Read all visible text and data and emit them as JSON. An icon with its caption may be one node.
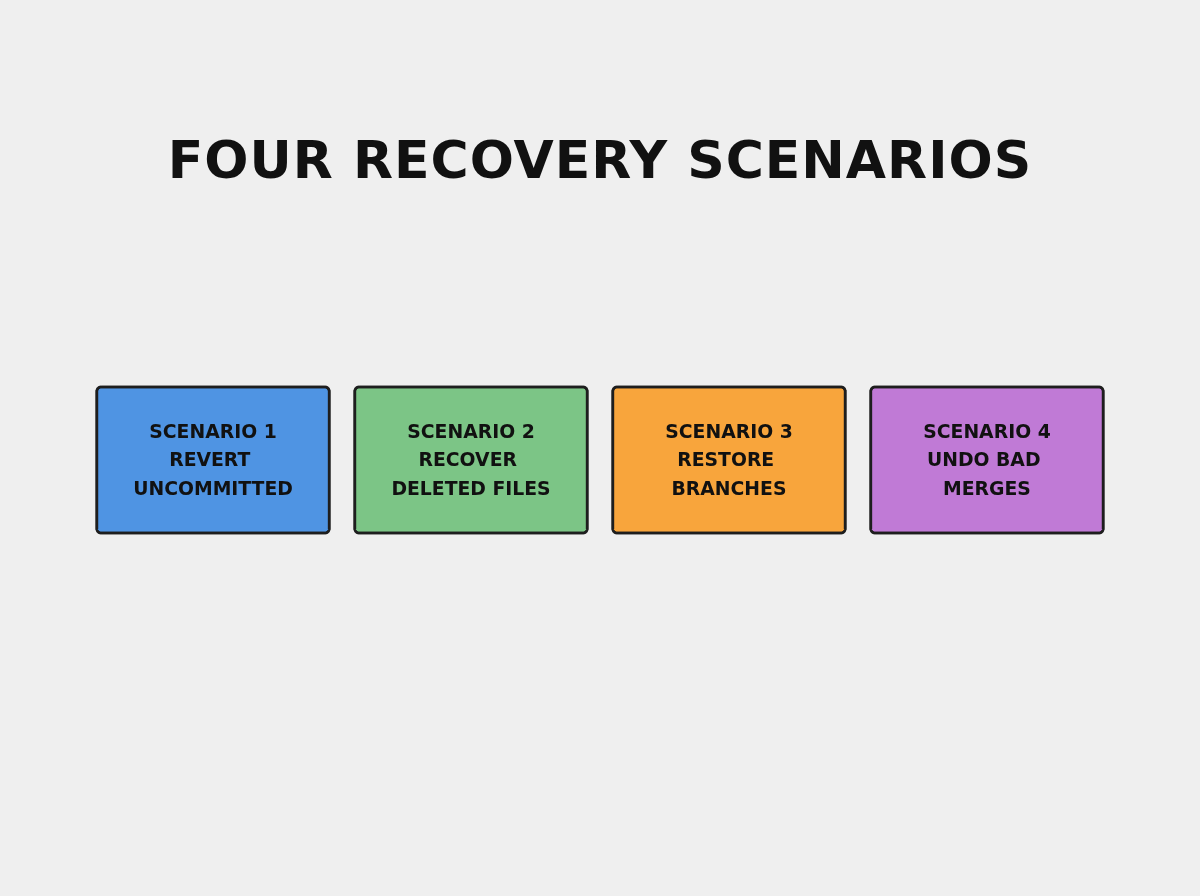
{
  "diagram": {
    "title": "FOUR RECOVERY SCENARIOS",
    "nodes": [
      {
        "text": [
          "SCENARIO 1",
          "REVERT UNCOMMITTED"
        ]
      },
      {
        "text": [
          "SCENARIO 2",
          "RECOVER DELETED FILES"
        ]
      },
      {
        "text": [
          "SCENARIO 3",
          "RESTORE BRANCHES"
        ]
      },
      {
        "text": [
          "SCENARIO 4",
          "UNDO BAD MERGES"
        ]
      }
    ]
  }
}
